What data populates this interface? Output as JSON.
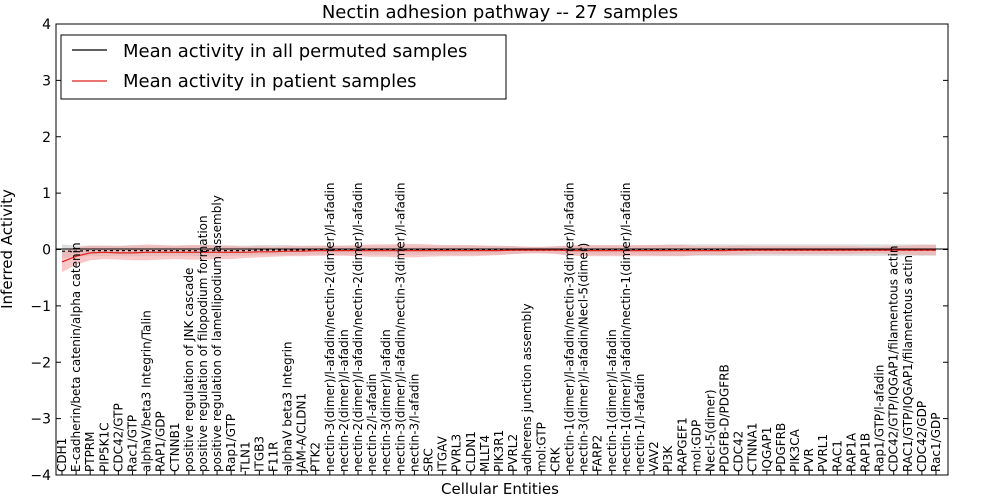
{
  "chart_data": {
    "type": "line",
    "title": "Nectin adhesion pathway -- 27 samples",
    "xlabel": "Cellular Entities",
    "ylabel": "Inferred Activity",
    "ylim": [
      -4,
      4
    ],
    "yticks": [
      "4",
      "3",
      "2",
      "1",
      "0",
      "−1",
      "−2",
      "−3",
      "−4"
    ],
    "legend": {
      "placement": "top-left"
    },
    "grid": false,
    "categories": [
      "CDH1",
      "E-cadherin/beta catenin/alpha catenin",
      "PTPRM",
      "PIP5K1C",
      "CDC42/GTP",
      "Rac1/GTP",
      "alphaV/beta3 Integrin/Talin",
      "RAP1/GDP",
      "CTNNB1",
      "positive regulation of JNK cascade",
      "positive regulation of filopodium formation",
      "positive regulation of lamellipodium assembly",
      "Rap1/GTP",
      "TLN1",
      "ITGB3",
      "F11R",
      "alphaV beta3 Integrin",
      "JAM-A/CLDN1",
      "PTK2",
      "nectin-3(dimer)/l-afadin/nectin-2(dimer)/l-afadin",
      "nectin-2(dimer)/l-afadin",
      "nectin-2(dimer)/l-afadin/nectin-2(dimer)/l-afadin",
      "nectin-2/l-afadin",
      "nectin-3(dimer)/l-afadin",
      "nectin-3(dimer)/l-afadin/nectin-3(dimer)/l-afadin",
      "nectin-3/l-afadin",
      "SRC",
      "ITGAV",
      "PVRL3",
      "CLDN1",
      "MLLT4",
      "PIK3R1",
      "PVRL2",
      "adherens junction assembly",
      "mol:GTP",
      "CRK",
      "nectin-1(dimer)/l-afadin/nectin-3(dimer)/l-afadin",
      "nectin-3(dimer)/l-afadin/Necl-5(dimer)",
      "FARP2",
      "nectin-1(dimer)/l-afadin",
      "nectin-1(dimer)/l-afadin/nectin-1(dimer)/l-afadin",
      "nectin-1/l-afadin",
      "VAV2",
      "PI3K",
      "RAPGEF1",
      "mol:GDP",
      "Necl-5(dimer)",
      "PDGFB-D/PDGFRB",
      "CDC42",
      "CTNNA1",
      "IQGAP1",
      "PDGFRB",
      "PIK3CA",
      "PVR",
      "PVRL1",
      "RAC1",
      "RAP1A",
      "RAP1B",
      "Rap1/GTP/l-afadin",
      "CDC42/GTP/IQGAP1/filamentous actin",
      "RAC1/GTP/IQGAP1/filamentous actin",
      "CDC42/GDP",
      "Rac1/GDP"
    ],
    "series": [
      {
        "name": "Mean activity in all permuted samples",
        "color": "#000000",
        "band_color": "#c8c8c8",
        "values": [
          -0.03,
          -0.03,
          -0.02,
          -0.02,
          -0.02,
          -0.02,
          -0.02,
          -0.02,
          -0.02,
          -0.02,
          -0.02,
          -0.02,
          -0.02,
          -0.02,
          -0.01,
          -0.01,
          -0.01,
          -0.01,
          -0.01,
          -0.01,
          -0.01,
          -0.01,
          -0.01,
          -0.01,
          -0.01,
          -0.01,
          -0.01,
          -0.01,
          -0.01,
          -0.01,
          -0.01,
          -0.01,
          -0.01,
          -0.01,
          -0.01,
          -0.01,
          -0.01,
          -0.01,
          -0.01,
          -0.01,
          -0.01,
          -0.01,
          -0.01,
          -0.01,
          -0.01,
          -0.01,
          -0.01,
          -0.01,
          -0.01,
          -0.01,
          -0.01,
          -0.01,
          -0.01,
          -0.01,
          -0.01,
          -0.01,
          -0.01,
          -0.01,
          -0.01,
          -0.01,
          -0.01,
          -0.01,
          -0.01
        ],
        "std": [
          0.12,
          0.1,
          0.09,
          0.09,
          0.09,
          0.1,
          0.09,
          0.09,
          0.09,
          0.09,
          0.1,
          0.1,
          0.09,
          0.09,
          0.09,
          0.09,
          0.09,
          0.08,
          0.08,
          0.08,
          0.08,
          0.08,
          0.08,
          0.08,
          0.08,
          0.08,
          0.08,
          0.08,
          0.08,
          0.08,
          0.08,
          0.08,
          0.07,
          0.06,
          0.05,
          0.06,
          0.08,
          0.08,
          0.08,
          0.08,
          0.08,
          0.08,
          0.09,
          0.1,
          0.1,
          0.1,
          0.1,
          0.1,
          0.1,
          0.1,
          0.1,
          0.1,
          0.1,
          0.1,
          0.1,
          0.1,
          0.1,
          0.1,
          0.1,
          0.1,
          0.1,
          0.1,
          0.1
        ]
      },
      {
        "name": "Mean activity in patient samples",
        "color": "#e0201b",
        "band_color": "#f4a3a3",
        "values": [
          -0.22,
          -0.12,
          -0.06,
          -0.05,
          -0.06,
          -0.06,
          -0.05,
          -0.05,
          -0.05,
          -0.05,
          -0.05,
          -0.05,
          -0.05,
          -0.05,
          -0.04,
          -0.04,
          -0.03,
          -0.03,
          -0.02,
          -0.02,
          -0.02,
          -0.02,
          -0.02,
          -0.02,
          -0.02,
          -0.02,
          -0.02,
          -0.02,
          -0.02,
          -0.02,
          -0.02,
          -0.02,
          -0.01,
          -0.01,
          -0.01,
          -0.01,
          -0.02,
          -0.02,
          -0.02,
          -0.02,
          -0.02,
          -0.02,
          -0.02,
          -0.02,
          -0.02,
          -0.02,
          -0.02,
          -0.02,
          -0.01,
          -0.01,
          -0.01,
          -0.01,
          -0.01,
          -0.01,
          -0.01,
          -0.01,
          -0.01,
          -0.01,
          -0.01,
          -0.01,
          -0.01,
          -0.01,
          -0.01
        ],
        "std": [
          0.18,
          0.15,
          0.13,
          0.12,
          0.12,
          0.13,
          0.14,
          0.13,
          0.12,
          0.13,
          0.13,
          0.12,
          0.12,
          0.1,
          0.1,
          0.09,
          0.09,
          0.09,
          0.09,
          0.09,
          0.09,
          0.1,
          0.11,
          0.11,
          0.12,
          0.12,
          0.11,
          0.1,
          0.1,
          0.1,
          0.09,
          0.08,
          0.07,
          0.06,
          0.06,
          0.07,
          0.09,
          0.1,
          0.1,
          0.1,
          0.1,
          0.1,
          0.1,
          0.1,
          0.1,
          0.08,
          0.08,
          0.08,
          0.08,
          0.07,
          0.07,
          0.07,
          0.07,
          0.07,
          0.07,
          0.07,
          0.07,
          0.06,
          0.06,
          0.07,
          0.08,
          0.09,
          0.09
        ]
      }
    ]
  }
}
